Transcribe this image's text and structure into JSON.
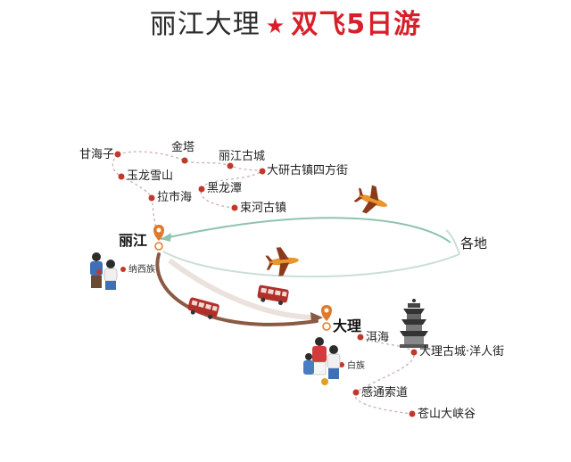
{
  "title": {
    "left": "丽江大理",
    "star": "★",
    "right": "双飞5日游"
  },
  "colors": {
    "accent_red": "#d8202a",
    "route_green": "#7fb7a3",
    "route_brown": "#8b5a44",
    "dot_red": "#c0392b"
  },
  "icons": [
    "airplane-icon",
    "bus-icon",
    "map-pin-icon",
    "pagoda-icon",
    "people-illustration"
  ],
  "map": {
    "lijiang": {
      "city": "丽江",
      "people": "纳西族",
      "stops": [
        "甘海子",
        "金塔",
        "丽江古城",
        "大研古镇四方街",
        "玉龙雪山",
        "黑龙潭",
        "拉市海",
        "束河古镇"
      ]
    },
    "dali": {
      "city": "大理",
      "people": "白族",
      "stops": [
        "洱海",
        "大理古城·洋人街",
        "感通索道",
        "苍山大峡谷"
      ]
    },
    "origin": "各地"
  }
}
